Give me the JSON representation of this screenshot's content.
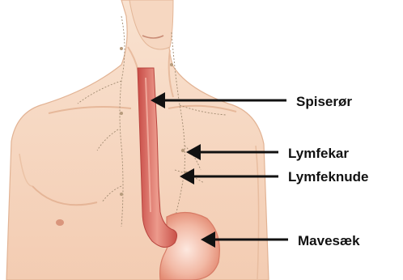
{
  "labels": {
    "esophagus": "Spiserør",
    "lymph_vessel": "Lymfekar",
    "lymph_node": "Lymfeknude",
    "stomach": "Mavesæk"
  },
  "colors": {
    "skin": "#f7d6bd",
    "skin_shadow": "#eab99a",
    "esophagus": "#d9605a",
    "esophagus_highlight": "#ec9f92",
    "stomach": "#e8876f",
    "lymph": "#a08a70",
    "arrow": "#111111"
  }
}
